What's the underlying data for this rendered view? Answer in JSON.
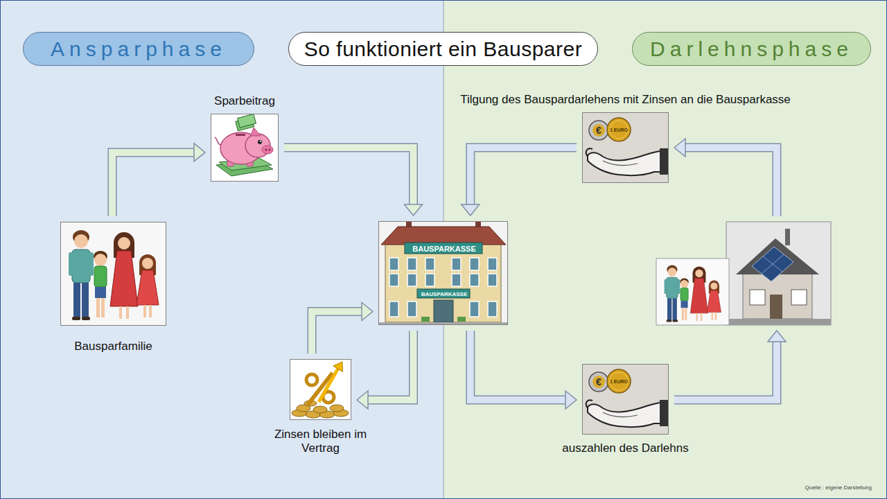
{
  "diagram": {
    "title": "So funktioniert ein Bausparer",
    "nodes": [
      {
        "text": [
          "Ansparphase"
        ]
      },
      {
        "text": [
          "Darlehnsphase"
        ]
      },
      {
        "text": [
          "Sparbeitrag"
        ]
      },
      {
        "text": [
          "Tilgung des Bauspardarlehens mit Zinsen an die Bausparkasse"
        ]
      },
      {
        "text": [
          "Bausparfamilie"
        ]
      },
      {
        "text": [
          "BAUSPARKASSE",
          "BAUSPARKASSE"
        ]
      },
      {
        "text": []
      },
      {
        "text": [
          "Zinsen bleiben im Vertrag"
        ]
      },
      {
        "text": [
          "auszahlen des Darlehns"
        ]
      }
    ],
    "edges": [
      {
        "from": 4,
        "to": 2,
        "arrow": "to"
      },
      {
        "from": 2,
        "to": 5,
        "arrow": "to"
      },
      {
        "from": 5,
        "to": 7,
        "arrow": "to"
      },
      {
        "from": 7,
        "to": 5,
        "arrow": "to"
      },
      {
        "from": 5,
        "to": 8,
        "arrow": "to"
      },
      {
        "from": 8,
        "to": 6,
        "arrow": "to"
      },
      {
        "from": 6,
        "to": 3,
        "arrow": "to"
      },
      {
        "from": 3,
        "to": 5,
        "arrow": "to"
      }
    ],
    "labels": [
      "€",
      "1 EURO",
      "€",
      "1 EURO",
      "Quelle : eigene Darstellung"
    ]
  }
}
